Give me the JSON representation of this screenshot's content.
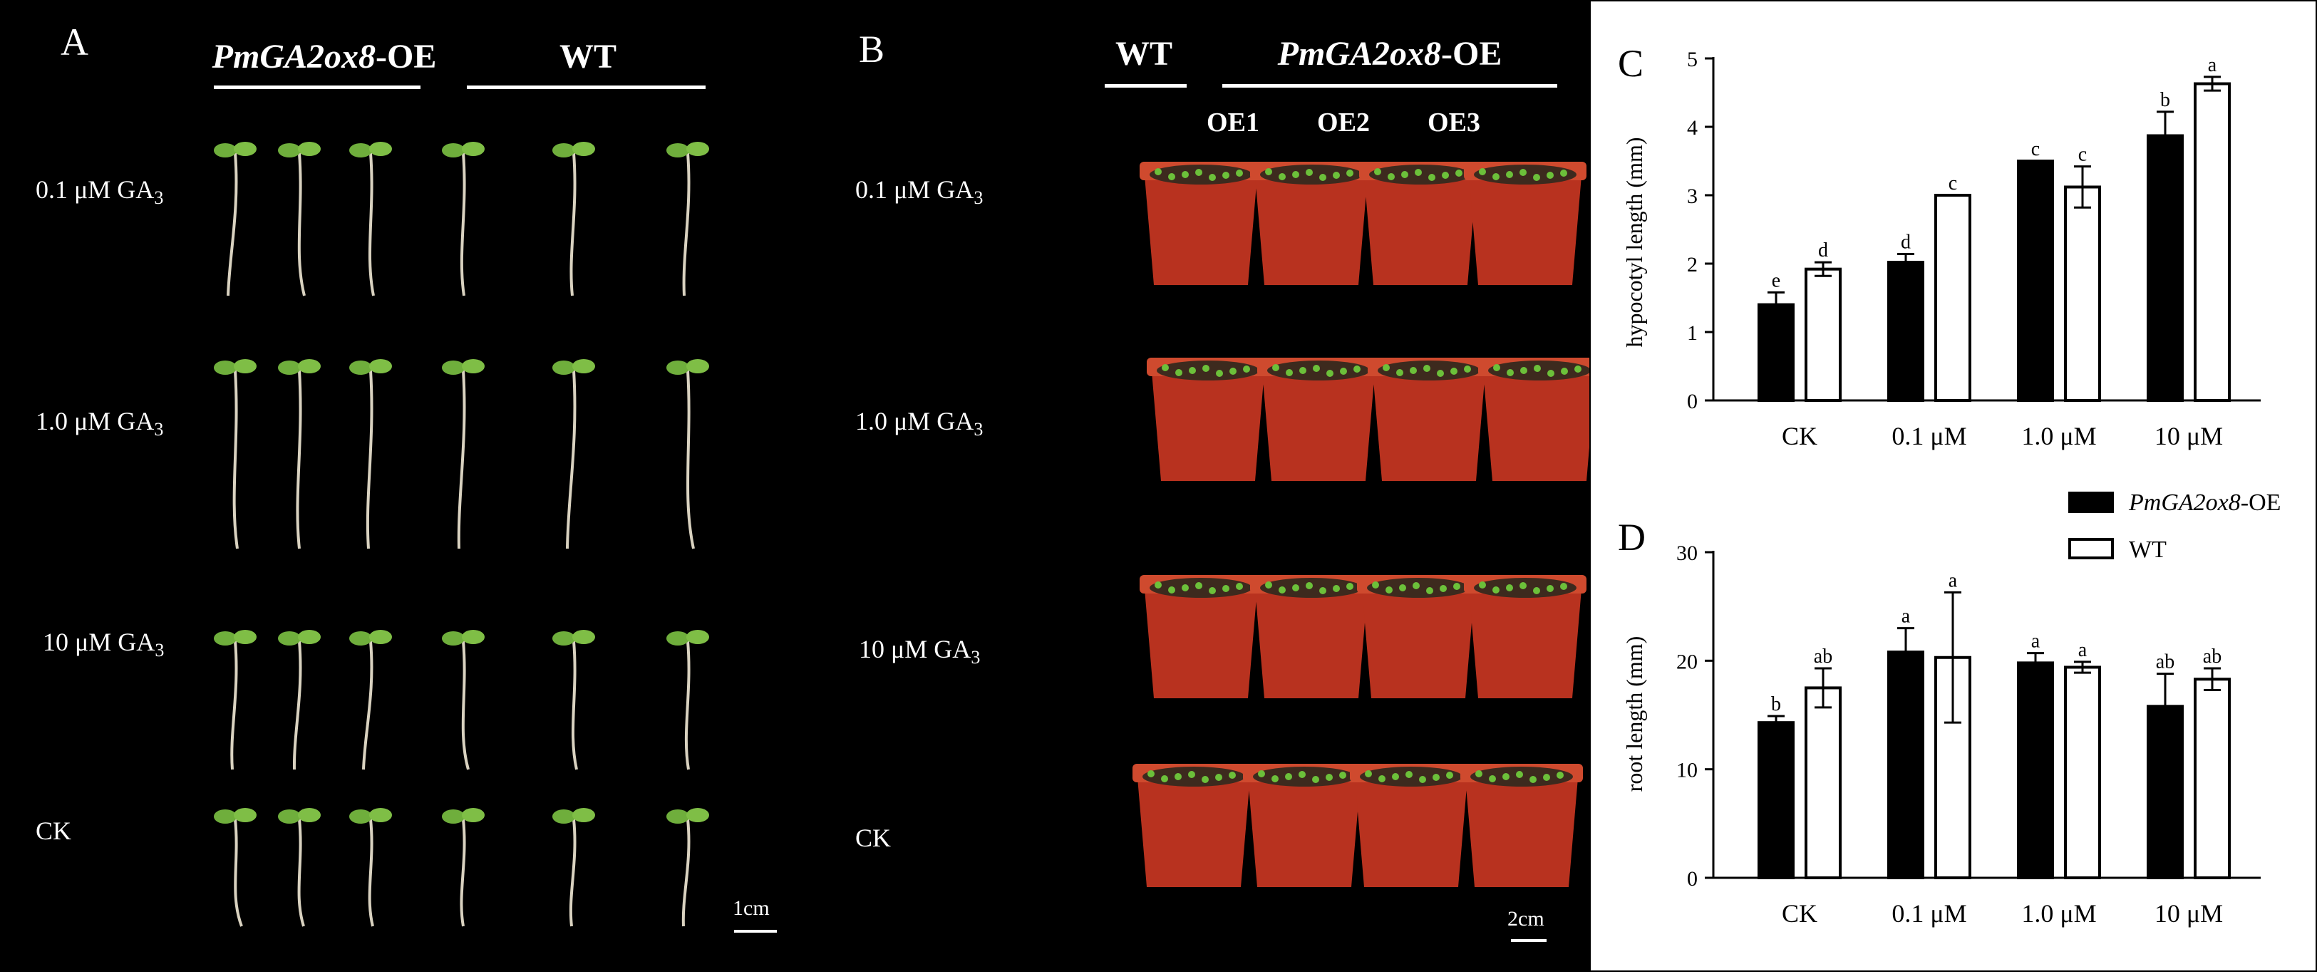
{
  "panelA": {
    "letter": "A",
    "header_oe_italic": "PmGA2ox8",
    "header_oe_suffix": "-OE",
    "header_wt": "WT",
    "rows": [
      {
        "pre": "0.1 μM GA",
        "sub": "3"
      },
      {
        "pre": "1.0 μM GA",
        "sub": "3"
      },
      {
        "pre": "10 μM GA",
        "sub": "3"
      },
      {
        "pre": "CK",
        "sub": ""
      }
    ],
    "scale": "1cm"
  },
  "panelB": {
    "letter": "B",
    "header_wt": "WT",
    "header_oe_italic": "PmGA2ox8",
    "header_oe_suffix": "-OE",
    "lines": [
      "OE1",
      "OE2",
      "OE3"
    ],
    "rows": [
      {
        "pre": "0.1 μM GA",
        "sub": "3"
      },
      {
        "pre": "1.0 μM GA",
        "sub": "3"
      },
      {
        "pre": "10 μM GA",
        "sub": "3"
      },
      {
        "pre": "CK",
        "sub": ""
      }
    ],
    "scale": "2cm"
  },
  "legend": {
    "oe_italic": "PmGA2ox8",
    "oe_suffix": "-OE",
    "wt": "WT"
  },
  "chart_data": [
    {
      "type": "bar",
      "panel": "C",
      "ylabel": "hypocotyl length (mm)",
      "categories": [
        "CK",
        "0.1 μM",
        "1.0 μM",
        "10 μM"
      ],
      "ylim": [
        0,
        5
      ],
      "yticks": [
        0,
        1,
        2,
        3,
        4,
        5
      ],
      "series": [
        {
          "name": "PmGA2ox8-OE",
          "color": "#000000",
          "values": [
            1.4,
            2.02,
            3.5,
            3.87
          ],
          "errors": [
            0.18,
            0.12,
            0.0,
            0.35
          ],
          "letters": [
            "e",
            "d",
            "c",
            "b"
          ]
        },
        {
          "name": "WT",
          "color": "#ffffff",
          "values": [
            1.92,
            3.0,
            3.12,
            4.63
          ],
          "errors": [
            0.1,
            0.0,
            0.3,
            0.1
          ],
          "letters": [
            "d",
            "c",
            "c",
            "a"
          ]
        }
      ]
    },
    {
      "type": "bar",
      "panel": "D",
      "ylabel": "root length (mm)",
      "categories": [
        "CK",
        "0.1 μM",
        "1.0 μM",
        "10 μM"
      ],
      "ylim": [
        0,
        30
      ],
      "yticks": [
        0,
        10,
        20,
        30
      ],
      "series": [
        {
          "name": "PmGA2ox8-OE",
          "color": "#000000",
          "values": [
            14.3,
            20.8,
            19.8,
            15.8
          ],
          "errors": [
            0.6,
            2.2,
            0.9,
            3.0
          ],
          "letters": [
            "b",
            "a",
            "a",
            "ab"
          ]
        },
        {
          "name": "WT",
          "color": "#ffffff",
          "values": [
            17.5,
            20.3,
            19.4,
            18.3
          ],
          "errors": [
            1.8,
            6.0,
            0.5,
            1.0
          ],
          "letters": [
            "ab",
            "a",
            "a",
            "ab"
          ]
        }
      ]
    }
  ]
}
